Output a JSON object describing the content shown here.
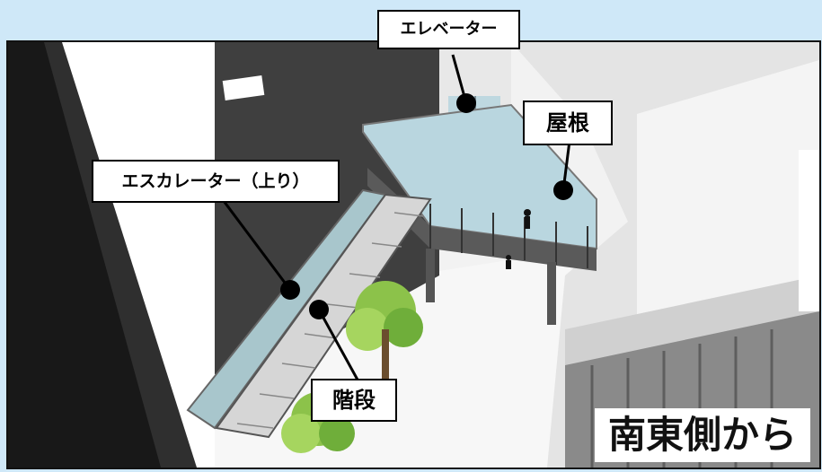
{
  "labels": {
    "elevator": "エレベーター",
    "roof": "屋根",
    "escalator": "エスカレーター（上り）",
    "stairs": "階段"
  },
  "caption": "南東側から",
  "colors": {
    "background": "#cfe8f8",
    "label_border": "#000000",
    "glass": "#b9d6df",
    "dark_wall": "#3f3f3f"
  }
}
